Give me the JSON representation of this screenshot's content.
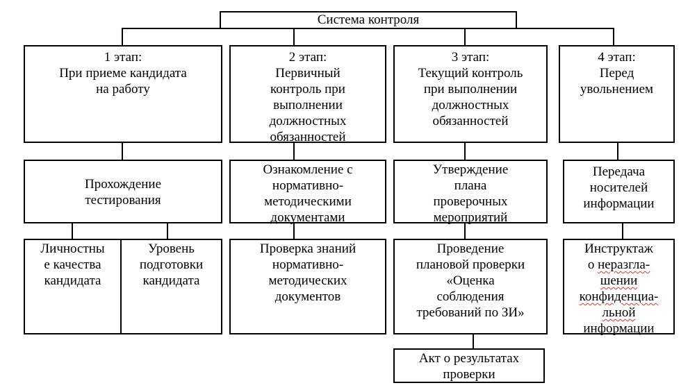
{
  "root": {
    "title": "Система контроля"
  },
  "stages": [
    {
      "lines": [
        "1 этап:",
        "При приеме кандидата",
        "на работу"
      ]
    },
    {
      "lines": [
        "2 этап:",
        "Первичный",
        "контроль при",
        "выполнении",
        "должностных",
        "обязанностей"
      ]
    },
    {
      "lines": [
        "3 этап:",
        "Текущий контроль",
        "при выполнении",
        "должностных",
        "обязанностей"
      ]
    },
    {
      "lines": [
        "4 этап:",
        "Перед",
        "увольнением"
      ]
    }
  ],
  "level2": [
    {
      "lines": [
        "Прохождение",
        "тестирования"
      ]
    },
    {
      "lines": [
        "Ознакомление с",
        "нормативно-",
        "методическими",
        "документами"
      ]
    },
    {
      "lines": [
        "Утверждение",
        "плана",
        "проверочных",
        "мероприятий"
      ]
    },
    {
      "lines": [
        "Передача",
        "носителей",
        "информации"
      ]
    }
  ],
  "level3": [
    {
      "lines": [
        "Личностны",
        "е качества",
        "кандидата"
      ]
    },
    {
      "lines": [
        "Уровень",
        "подготовки",
        "кандидата"
      ]
    },
    {
      "lines": [
        "Проверка знаний",
        "нормативно-",
        "методических",
        "документов"
      ]
    },
    {
      "lines": [
        "Проведение",
        "плановой проверки",
        "«Оценка",
        "соблюдения",
        "требований по ЗИ»"
      ]
    },
    {
      "lines": [
        "Инструктаж",
        "о",
        "неразгла-",
        "шении",
        "конфиденциа-",
        "льной",
        "информации"
      ]
    }
  ],
  "level4": {
    "lines": [
      "Акт о результатах",
      "проверки"
    ]
  }
}
